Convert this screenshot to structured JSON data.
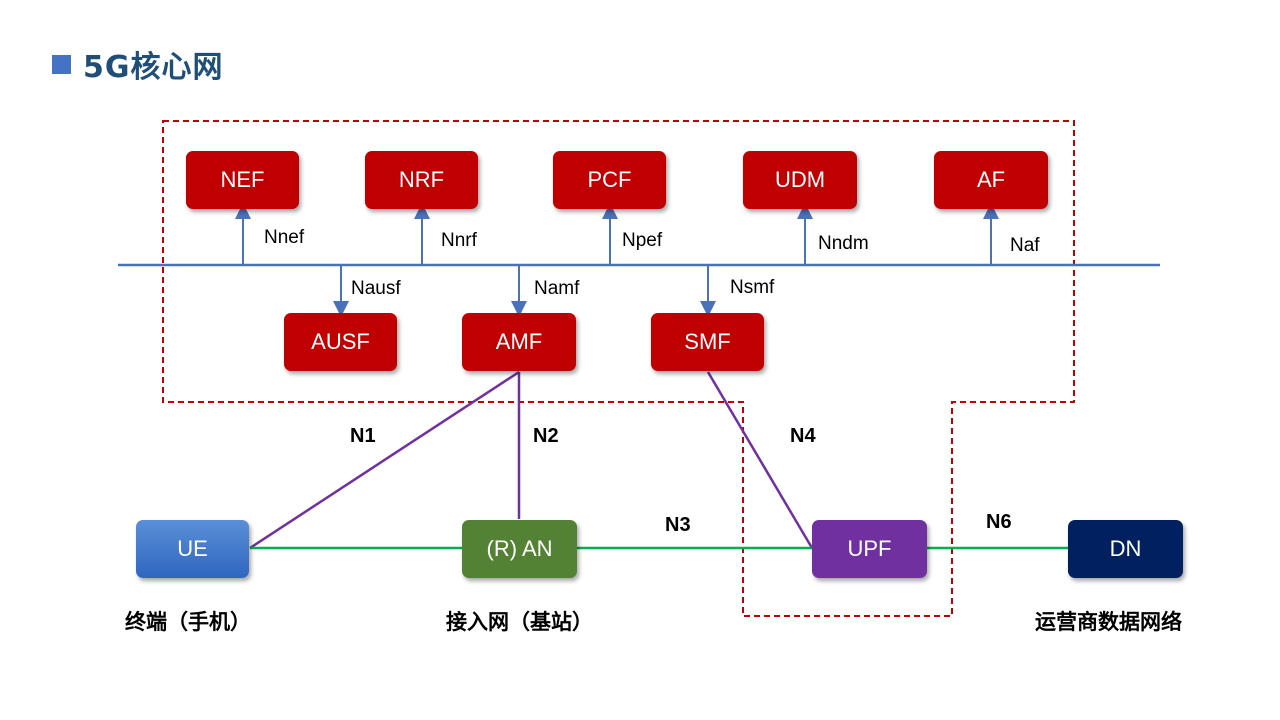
{
  "title": "5G核心网",
  "network_functions": {
    "nef": "NEF",
    "nrf": "NRF",
    "pcf": "PCF",
    "udm": "UDM",
    "af": "AF",
    "ausf": "AUSF",
    "amf": "AMF",
    "smf": "SMF",
    "ue": "UE",
    "ran": "(R) AN",
    "upf": "UPF",
    "dn": "DN"
  },
  "service_interfaces": {
    "nnef": "Nnef",
    "nnrf": "Nnrf",
    "npef": "Npef",
    "nndm": "Nndm",
    "naf": "Naf",
    "nausf": "Nausf",
    "namf": "Namf",
    "nsmf": "Nsmf"
  },
  "reference_points": {
    "n1": "N1",
    "n2": "N2",
    "n3": "N3",
    "n4": "N4",
    "n6": "N6"
  },
  "captions": {
    "terminal": "终端（手机）",
    "access_network": "接入网（基站）",
    "operator_data_network": "运营商数据网络"
  },
  "colors": {
    "control_plane_nf": "#c00000",
    "ue": "#4472c4",
    "ran": "#548235",
    "upf": "#7030a0",
    "dn": "#002060",
    "service_bus": "#4a72b8",
    "control_link": "#7030a0",
    "user_plane_link": "#00b050",
    "core_boundary": "#c00000"
  }
}
